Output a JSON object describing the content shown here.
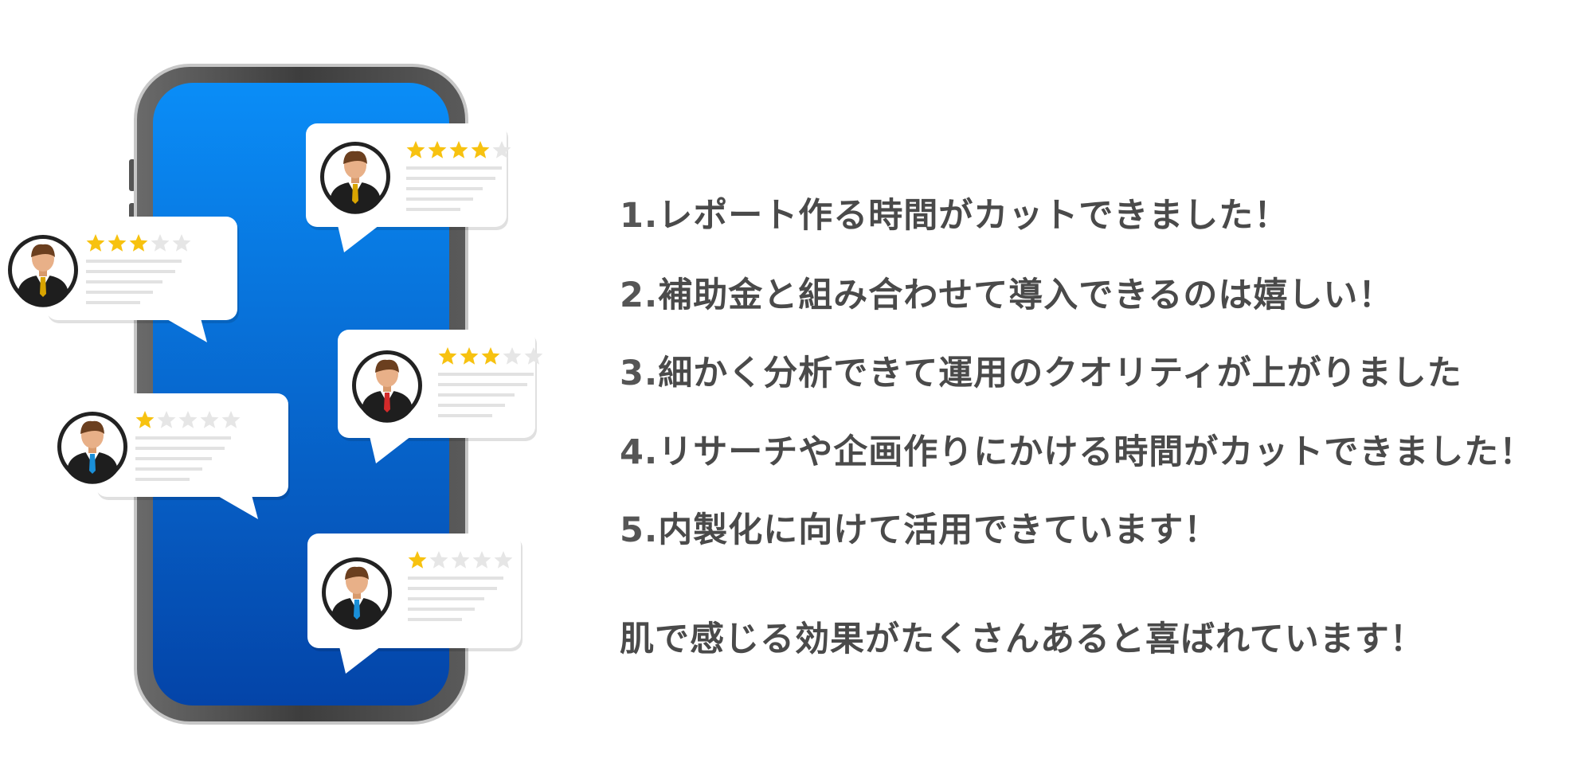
{
  "feedback": [
    {
      "num": "1.",
      "text": "レポート作る時間がカットできました！"
    },
    {
      "num": "2.",
      "text": "補助金と組み合わせて導入できるのは嬉しい！"
    },
    {
      "num": "3.",
      "text": "細かく分析できて運用のクオリティが上がりました"
    },
    {
      "num": "4.",
      "text": "リサーチや企画作りにかける時間がカットできました！"
    },
    {
      "num": "5.",
      "text": "内製化に向けて活用できています！"
    }
  ],
  "summary": "肌で感じる効果がたくさんあると喜ばれています！",
  "reviews": [
    {
      "rating": 4,
      "tie_color": "#d9a400"
    },
    {
      "rating": 3,
      "tie_color": "#d9a400"
    },
    {
      "rating": 3,
      "tie_color": "#d42a2a"
    },
    {
      "rating": 1,
      "tie_color": "#1a8fd8"
    },
    {
      "rating": 1,
      "tie_color": "#1a8fd8"
    }
  ],
  "colors": {
    "screen_top": "#0a8df7",
    "screen_bottom": "#0444a8",
    "phone_frame": "#444444",
    "star_on": "#f7c210",
    "star_off": "#e6e6e6",
    "text": "#4a4a4a"
  }
}
